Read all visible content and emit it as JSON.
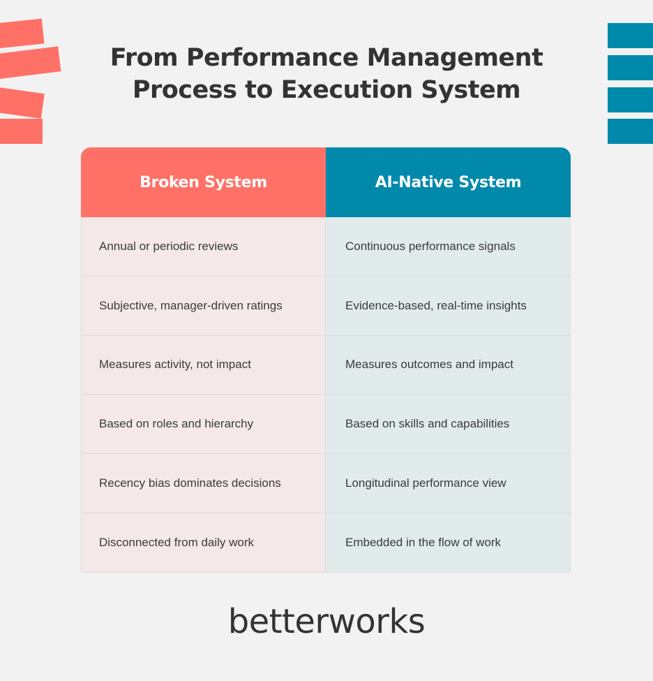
{
  "title": {
    "line1": "From Performance Management",
    "line2": "Process to Execution System"
  },
  "colors": {
    "background": "#f2f2f2",
    "coral": "#ff7166",
    "teal": "#0089ab",
    "coral_cell": "#f5e8e8",
    "teal_cell": "#e1ebec",
    "text": "#333333"
  },
  "table": {
    "headers": [
      "Broken System",
      "AI-Native System"
    ],
    "rows": [
      [
        "Annual or periodic reviews",
        "Continuous performance signals"
      ],
      [
        "Subjective, manager-driven ratings",
        "Evidence-based, real-time insights"
      ],
      [
        "Measures activity, not impact",
        "Measures outcomes and impact"
      ],
      [
        "Based on roles and hierarchy",
        "Based on skills and capabilities"
      ],
      [
        "Recency bias dominates decisions",
        "Longitudinal performance view"
      ],
      [
        "Disconnected from daily work",
        "Embedded in the flow of work"
      ]
    ]
  },
  "logo": {
    "text": "betterworks"
  },
  "decorations": {
    "left": "coral-bars",
    "right": "teal-bars"
  }
}
